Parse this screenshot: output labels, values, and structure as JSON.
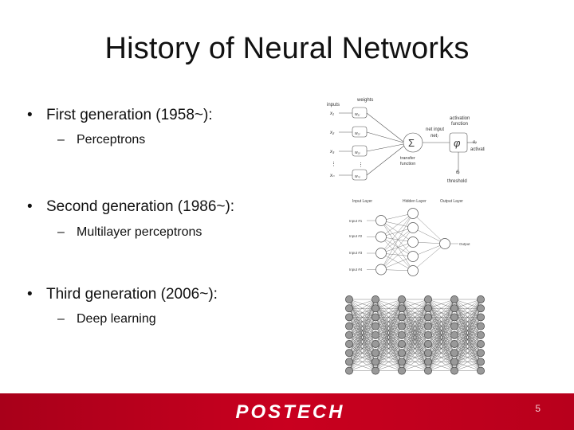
{
  "slide": {
    "title": "History of Neural Networks",
    "page_number": "5"
  },
  "bullets": [
    {
      "label": "First generation (1958~):",
      "sub": "Perceptrons"
    },
    {
      "label": "Second generation (1986~):",
      "sub": "Multilayer perceptrons"
    },
    {
      "label": "Third generation (2006~):",
      "sub": "Deep learning"
    }
  ],
  "perceptron_figure": {
    "inputs_label": "inputs",
    "weights_label": "weights",
    "x1": "x₁",
    "x2": "x₂",
    "x3": "x₃",
    "xn": "xₙ",
    "w1": "w₁ⱼ",
    "w2": "w₂ⱼ",
    "w3": "w₃ⱼ",
    "wn": "wₙⱼ",
    "sum_symbol": "Σ",
    "phi_symbol": "φ",
    "net_input_label": "net input",
    "net_label": "netⱼ",
    "transfer_line1": "transfer",
    "transfer_line2": "function",
    "activation_fn_line1": "activation",
    "activation_fn_line2": "function",
    "oj_label": "oⱼ",
    "activation_label": "activation",
    "theta_label": "θⱼ",
    "threshold_label": "threshold"
  },
  "mlp_figure": {
    "input_layer_label": "Input Layer",
    "hidden_layer_label": "Hidden Layer",
    "output_layer_label": "Output Layer",
    "inputs": [
      "Input #1",
      "Input #2",
      "Input #3",
      "Input #4"
    ],
    "output_label": "Output"
  },
  "footer": {
    "logo_text": "POSTECH",
    "colors": {
      "bar": "#c0001e",
      "logo": "#ffffff"
    }
  }
}
